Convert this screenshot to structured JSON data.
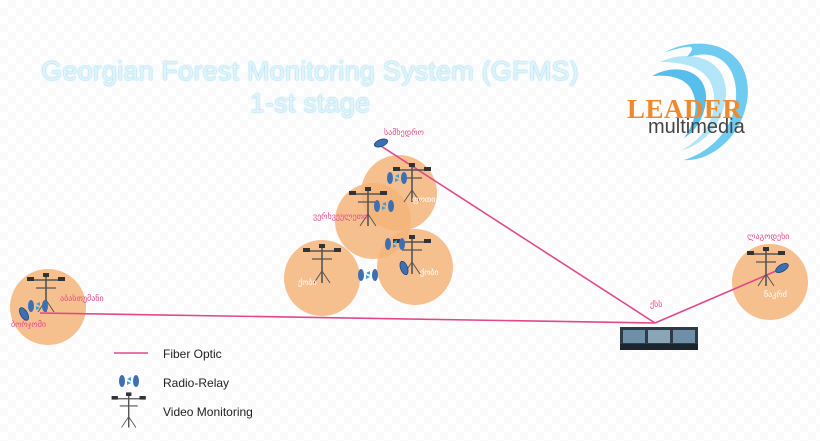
{
  "title": {
    "line1": "Georgian Forest Monitoring System (GFMS)",
    "line2": "1-st stage"
  },
  "logo": {
    "brand": "LEADER",
    "sub": "multimedia"
  },
  "legend": [
    {
      "label": "Fiber Optic",
      "icon": "fiber-line-icon"
    },
    {
      "label": "Radio-Relay",
      "icon": "radio-relay-icon"
    },
    {
      "label": "Video Monitoring",
      "icon": "camera-mast-icon"
    }
  ],
  "sites": {
    "top_relay": "სამხედრო",
    "north": "ფოთი",
    "middle": "ვერხვეულეთი",
    "west_small": "ქობი",
    "east_inner": "ქობი",
    "west_far": "ბორჯომი",
    "west_far_sub": "აბასთუმანი",
    "hub": "ქსს",
    "east_far": "ლაგოდეხი",
    "east_far_sub": "ნაკრძ"
  },
  "colors": {
    "fiber": "#e0488a",
    "coverage": "#f5b47a",
    "relay": "#4a7fc0",
    "title_glow": "#9fdcf0"
  }
}
